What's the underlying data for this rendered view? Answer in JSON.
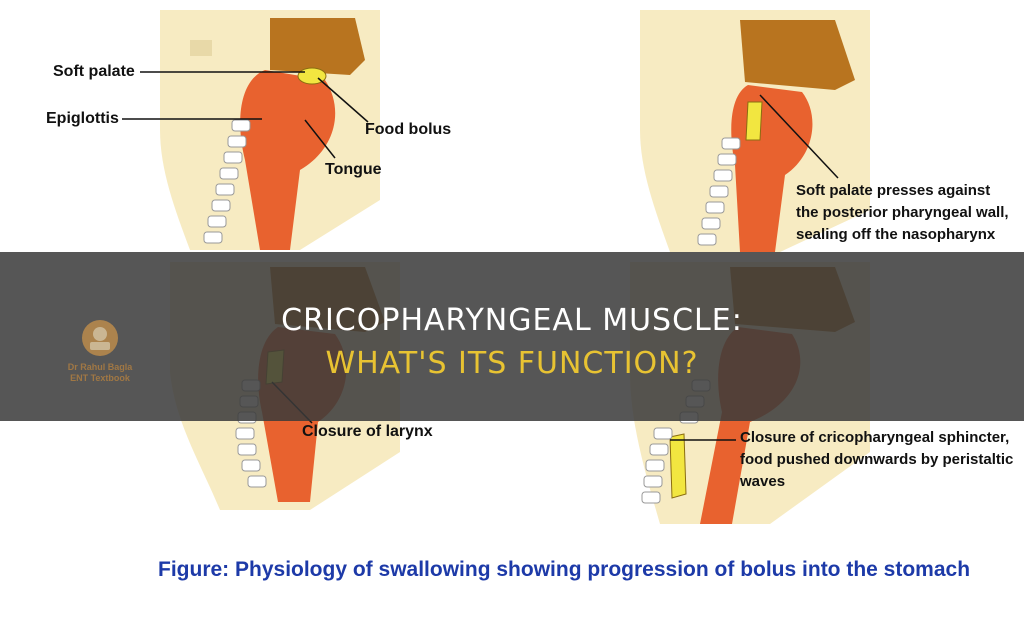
{
  "labels": {
    "soft_palate": "Soft palate",
    "epiglottis": "Epiglottis",
    "food_bolus": "Food bolus",
    "tongue": "Tongue",
    "closure_larynx": "Closure of larynx"
  },
  "callouts": {
    "panel2": [
      "Soft palate presses against",
      "the posterior pharyngeal wall,",
      "sealing off the nasopharynx"
    ],
    "panel4": [
      "Closure of cricopharyngeal sphincter,",
      "food pushed downwards by peristaltic",
      "waves"
    ]
  },
  "watermark": [
    "Dr Rahul Bagla",
    "ENT Textbook"
  ],
  "banner": {
    "line1": "CRICOPHARYNGEAL MUSCLE:",
    "line2": "WHAT'S ITS FUNCTION?"
  },
  "caption": "Figure: Physiology of swallowing showing progression of bolus into the stomach",
  "colors": {
    "skin": "#f7ebc2",
    "tissue": "#e8622f",
    "nasal": "#b8741f",
    "bolus": "#f2e640",
    "caption": "#1d3aa8",
    "banner_accent": "#e8c332"
  }
}
